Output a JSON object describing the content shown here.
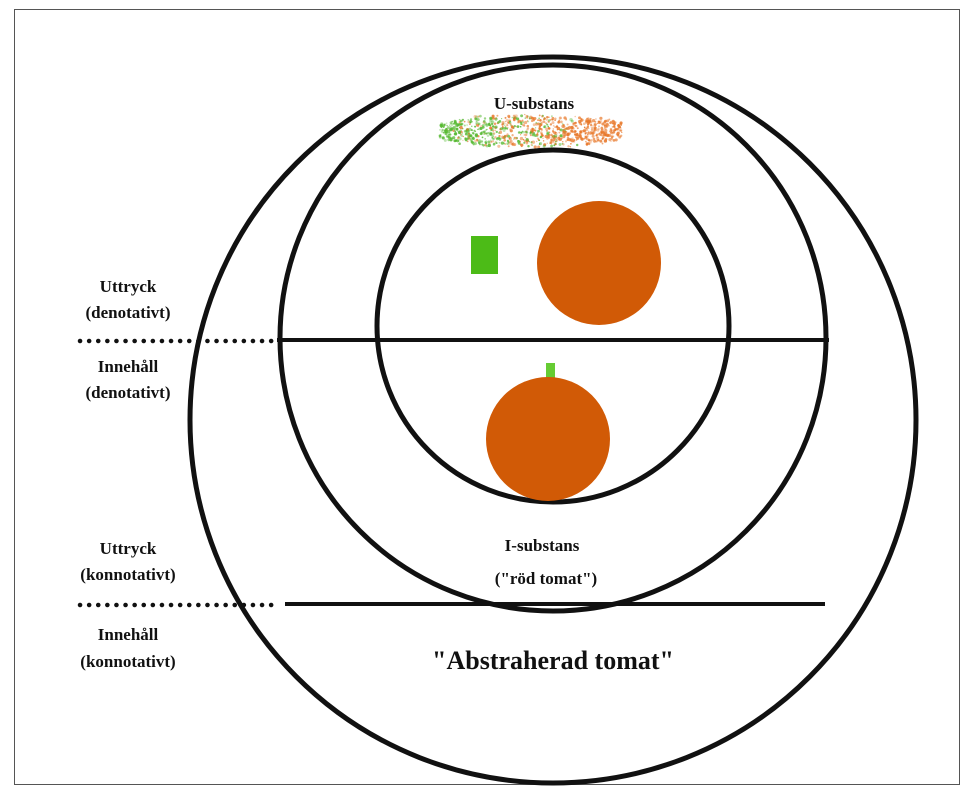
{
  "diagram": {
    "u_substans": "U-substans",
    "i_substans": "I-substans",
    "i_substans_note": "(\"röd tomat\")",
    "abstracted": "\"Abstraherad tomat\"",
    "left_labels": {
      "expression_denotative": [
        "Uttryck",
        "(denotativt)"
      ],
      "content_denotative": [
        "Innehåll",
        "(denotativt)"
      ],
      "expression_connotative": [
        "Uttryck",
        "(konnotativt)"
      ],
      "content_connotative": [
        "Innehåll",
        "(konnotativt)"
      ]
    },
    "colors": {
      "stroke": "#111111",
      "tomato": "#d15a06",
      "stem_green": "#4cbb17",
      "light_green": "#66cc33",
      "speckle_orange": "#e8782a",
      "speckle_green": "#55b830",
      "frame": "#555555"
    }
  }
}
